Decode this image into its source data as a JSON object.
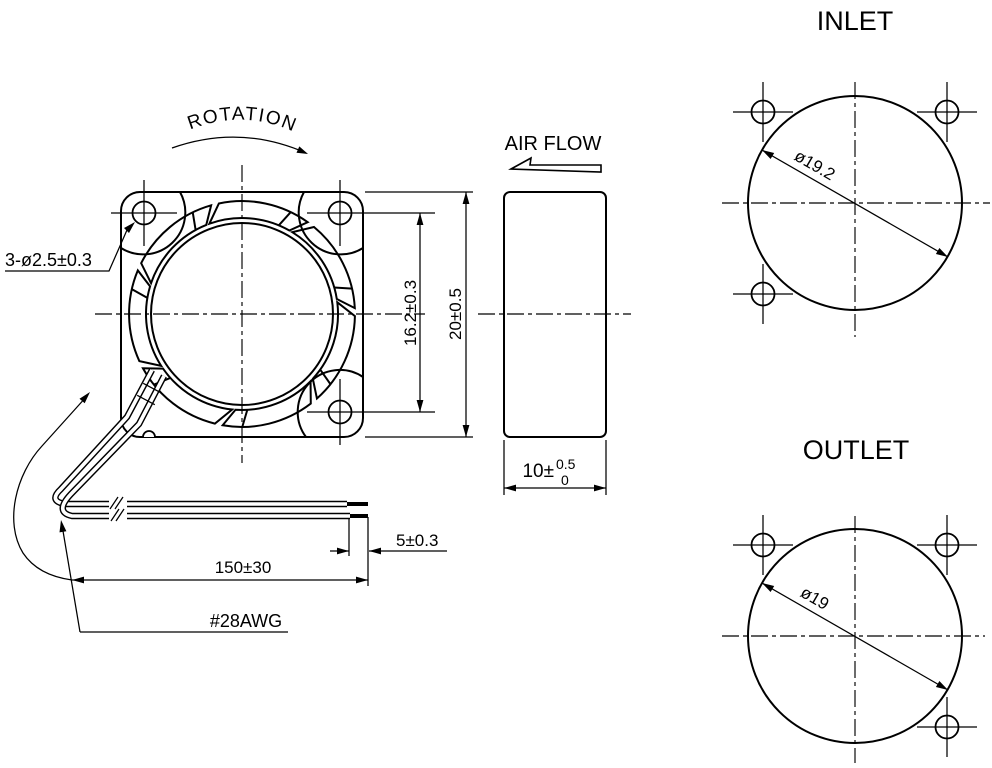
{
  "drawing": {
    "rotation_label": "ROTATION",
    "airflow_label": "AIR FLOW",
    "front_view": {
      "mounting_holes_dim": "3-ø2.5±0.3",
      "hole_pitch_dim": "16.2±0.3",
      "frame_size_dim": "20±0.5"
    },
    "side_view": {
      "thickness_base": "10±",
      "thickness_tol_upper": "0.5",
      "thickness_tol_lower": "0"
    },
    "leads": {
      "length_dim": "150±30",
      "strip_length_dim": "5±0.3",
      "wire_gauge": "#28AWG"
    },
    "inlet_view": {
      "title": "INLET",
      "diameter_dim": "ø19.2"
    },
    "outlet_view": {
      "title": "OUTLET",
      "diameter_dim": "ø19"
    }
  },
  "colors": {
    "line": "#000000",
    "background": "#ffffff"
  }
}
